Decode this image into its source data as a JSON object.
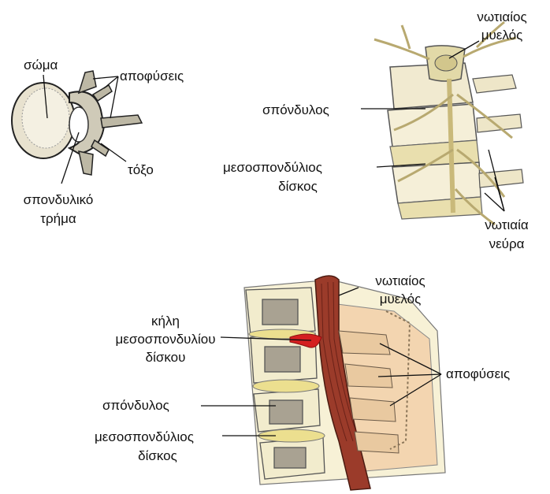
{
  "vertebra_top_view": {
    "body_label": "σώμα",
    "processes_label": "αποφύσεις",
    "arch_label": "τόξο",
    "foramen_label_1": "σπονδυλικό",
    "foramen_label_2": "τρήμα"
  },
  "spine_section": {
    "cord_label_1": "νωτιαίος",
    "cord_label_2": "μυελός",
    "vertebra_label": "σπόνδυλος",
    "disc_label_1": "μεσοσπονδύλιος",
    "disc_label_2": "δίσκος",
    "nerves_label_1": "νωτιαία",
    "nerves_label_2": "νεύρα"
  },
  "herniation_view": {
    "cord_label_1": "νωτιαίος",
    "cord_label_2": "μυελός",
    "hernia_label_1": "κήλη",
    "hernia_label_2": "μεσοσπονδυλίου",
    "hernia_label_3": "δίσκου",
    "processes_label": "αποφύσεις",
    "vertebra_label": "σπόνδυλος",
    "disc_label_1": "μεσοσπονδύλιος",
    "disc_label_2": "δίσκος"
  }
}
